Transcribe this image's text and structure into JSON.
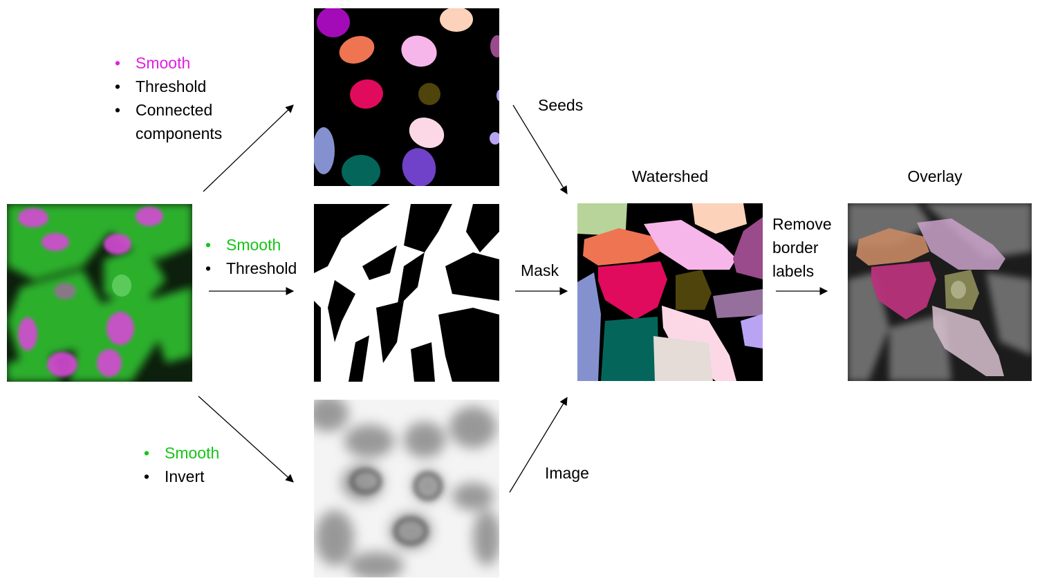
{
  "colors": {
    "magenta": "#e020e0",
    "green": "#16c416",
    "black": "#000000"
  },
  "lists": {
    "seeds_steps": [
      {
        "text": "Smooth",
        "color": "#e020e0"
      },
      {
        "text": "Threshold",
        "color": "#000000"
      },
      {
        "text": "Connected",
        "color": "#000000"
      },
      {
        "text": "components",
        "color": "#000000",
        "continuation": true
      }
    ],
    "mask_steps": [
      {
        "text": "Smooth",
        "color": "#16c416"
      },
      {
        "text": "Threshold",
        "color": "#000000"
      }
    ],
    "image_steps": [
      {
        "text": "Smooth",
        "color": "#16c416"
      },
      {
        "text": "Invert",
        "color": "#000000"
      }
    ]
  },
  "labels": {
    "seeds": "Seeds",
    "mask": "Mask",
    "image": "Image",
    "watershed": "Watershed",
    "overlay": "Overlay",
    "remove_line1": "Remove",
    "remove_line2": "border",
    "remove_line3": "labels"
  },
  "bullet_char": "•"
}
